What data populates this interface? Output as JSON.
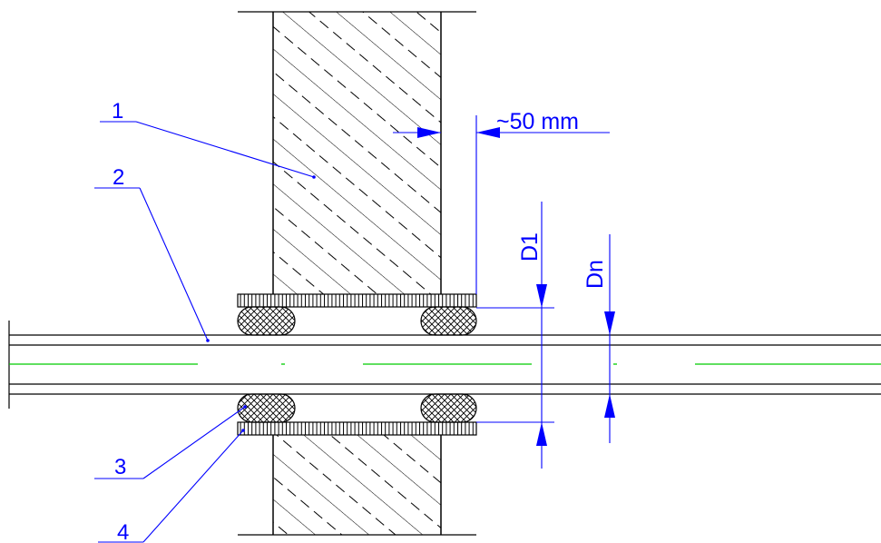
{
  "callouts": [
    {
      "number": "1"
    },
    {
      "number": "2"
    },
    {
      "number": "3"
    },
    {
      "number": "4"
    }
  ],
  "dimensions": {
    "overhang": "~50 mm",
    "sleeve_diameter": "D1",
    "pipe_diameter": "Dn"
  },
  "colors": {
    "outline": "#000000",
    "annotation": "#0000ff",
    "centerline": "#00cc00"
  }
}
